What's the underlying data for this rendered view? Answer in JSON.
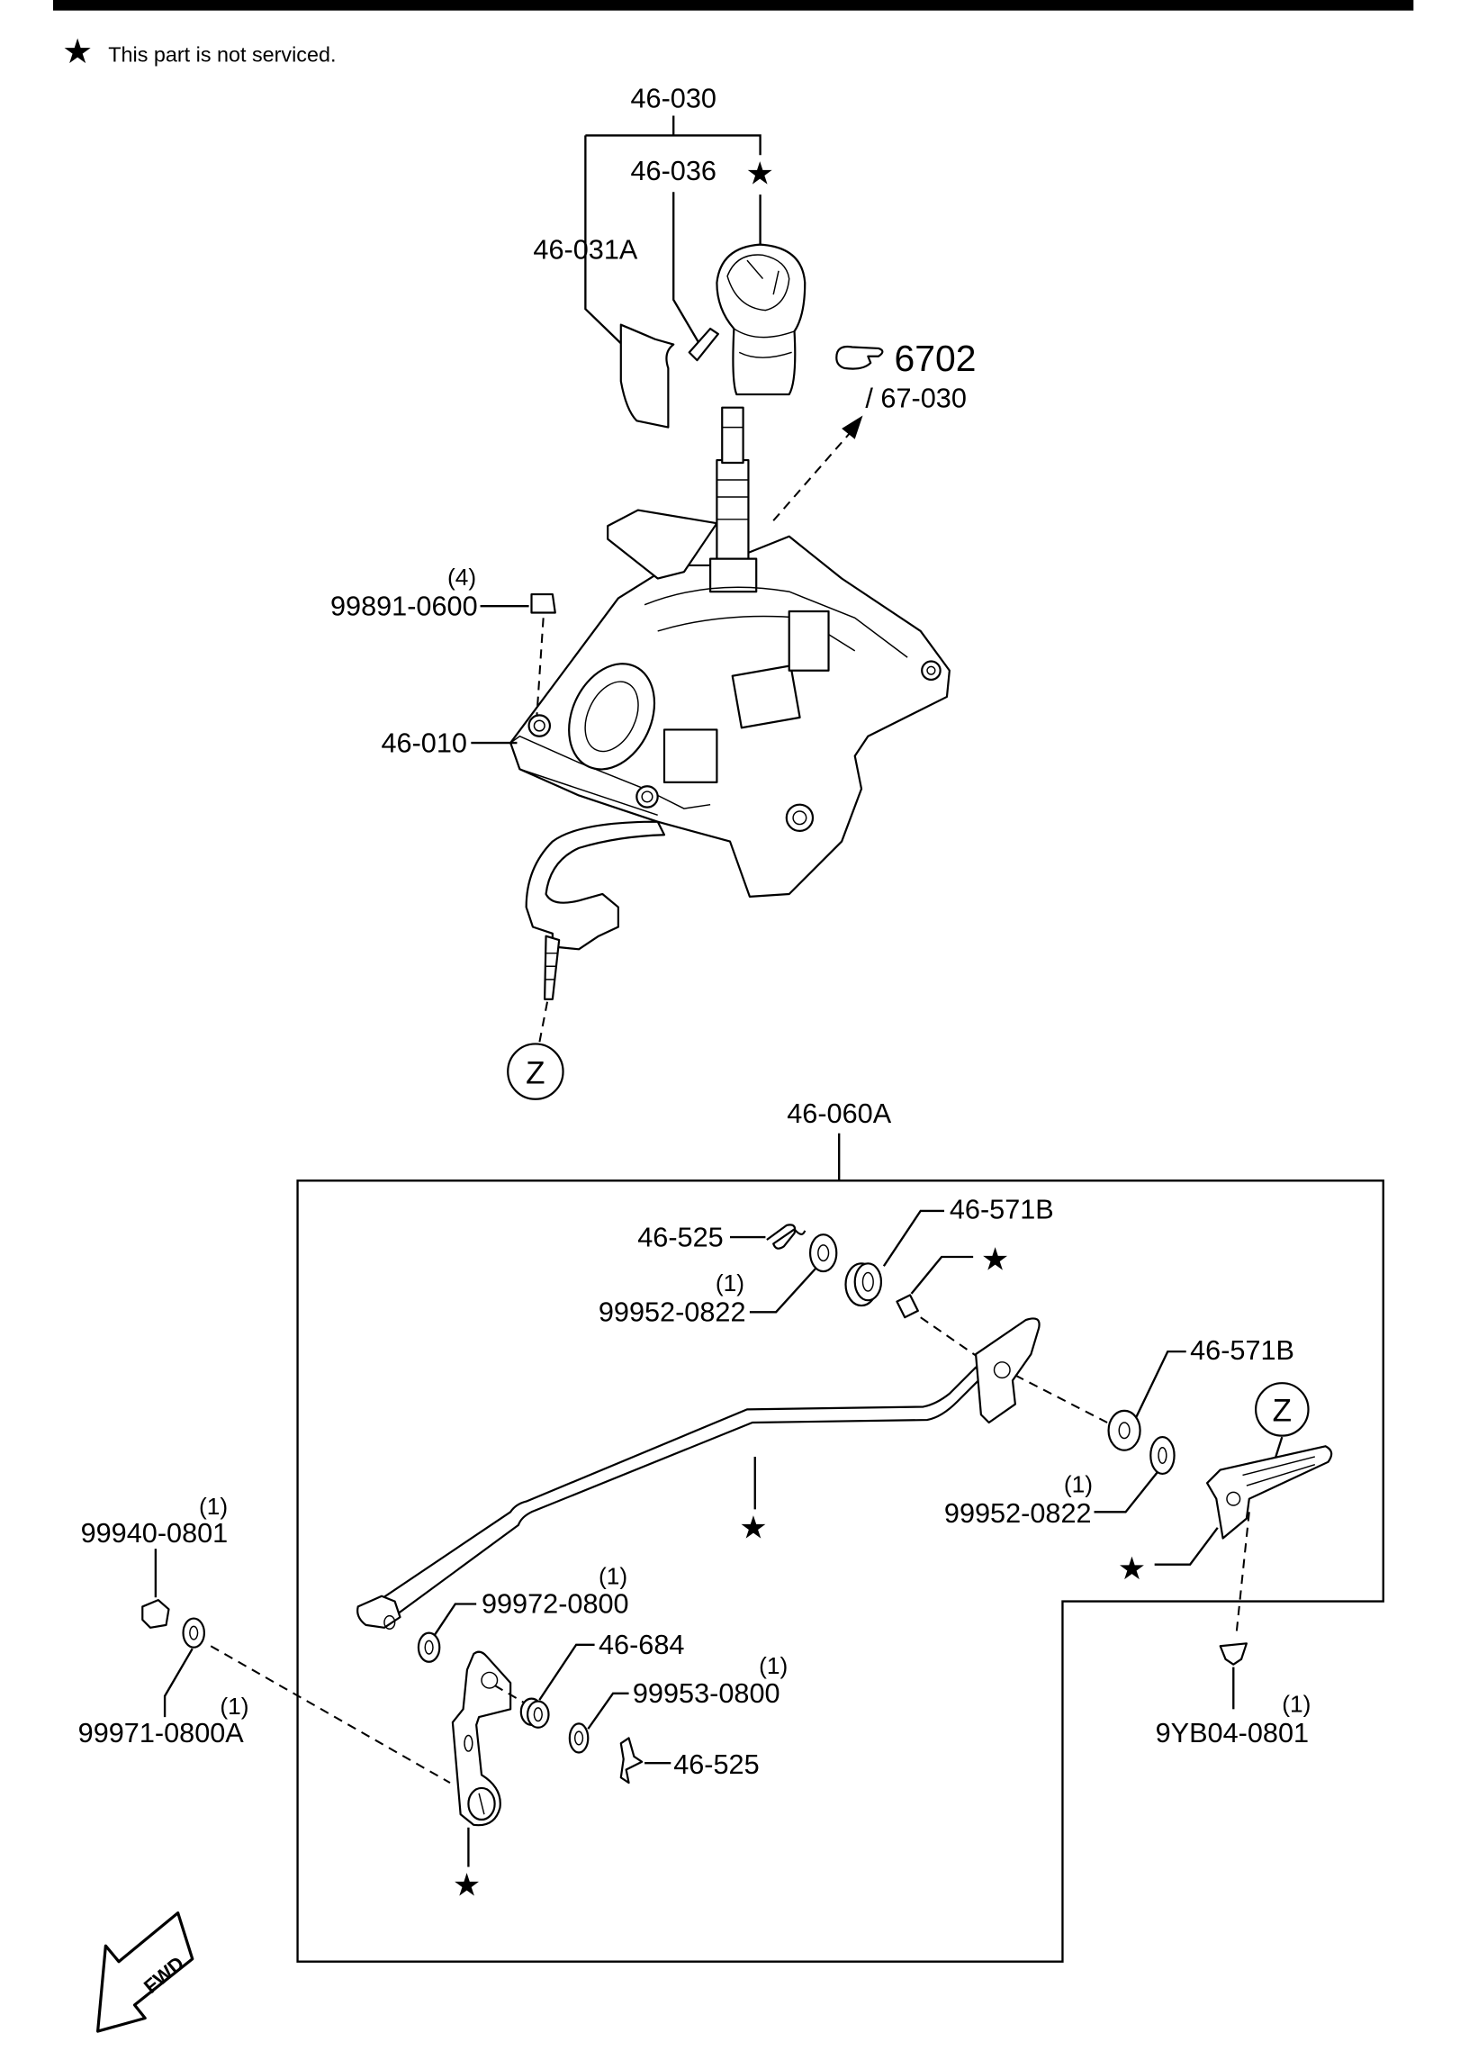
{
  "legend": {
    "symbol": "★",
    "text": "This part is not serviced."
  },
  "star": "★",
  "upper": {
    "knob_set": "46-030",
    "knob": "46-036",
    "boot": "46-031A",
    "ref_section": "6702",
    "ref_part": "/ 67-030",
    "nut": {
      "part": "99891-0600",
      "qty": "(4)"
    },
    "shifter": "46-010",
    "connector": "Z"
  },
  "lower": {
    "cable_set": "46-060A",
    "clip_top": "46-525",
    "washer_top": {
      "part": "99952-0822",
      "qty": "(1)"
    },
    "bushing_top": "46-571B",
    "bushing_right": "46-571B",
    "washer_right": {
      "part": "99952-0822",
      "qty": "(1)"
    },
    "connector": "Z",
    "nut_right": {
      "part": "9YB04-0801",
      "qty": "(1)"
    },
    "nut_left": {
      "part": "99940-0801",
      "qty": "(1)"
    },
    "washer_left": {
      "part": "99971-0800A",
      "qty": "(1)"
    },
    "washer_mid": {
      "part": "99972-0800",
      "qty": "(1)"
    },
    "bushing_mid": "46-684",
    "washer_low": {
      "part": "99953-0800",
      "qty": "(1)"
    },
    "clip_low": "46-525"
  },
  "fwd_label": "FWD"
}
